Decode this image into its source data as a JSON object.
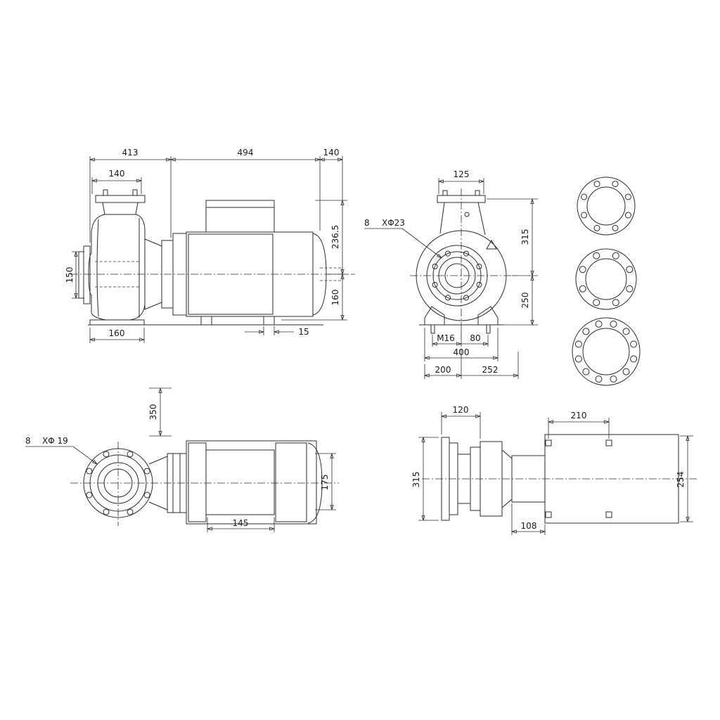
{
  "page": {
    "background": "#ffffff",
    "line_color": "#2b2b2b",
    "description": "Pump dimensional drawing, four orthographic views plus flange details"
  },
  "views": {
    "side": {
      "dims": {
        "a413": "413",
        "a494": "494",
        "a140": "140",
        "flange140": "140",
        "s150": "150",
        "h236": "236.5",
        "h160": "160",
        "foot160": "160",
        "f15": "15"
      }
    },
    "front": {
      "dims": {
        "f125": "125",
        "n8": "8",
        "d23": "XΦ23",
        "v315": "315",
        "v250": "250",
        "m16": "M16",
        "b80": "80",
        "s400": "400",
        "l200": "200",
        "r252": "252"
      }
    },
    "plan": {
      "dims": {
        "v350": "350",
        "n8": "8",
        "d19": "XΦ 19",
        "m175": "175",
        "b145": "145"
      }
    },
    "bare": {
      "dims": {
        "t120": "120",
        "t210": "210",
        "l315": "315",
        "r254": "254",
        "b108": "108"
      }
    }
  }
}
